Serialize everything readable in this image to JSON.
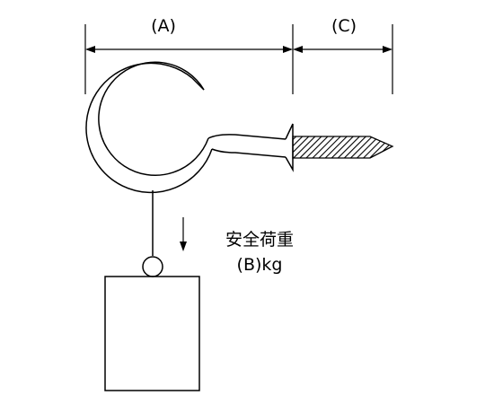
{
  "dimensions": {
    "a_label": "(A)",
    "c_label": "(C)"
  },
  "load": {
    "label_line1": "安全荷重",
    "label_line2": "(B)kg"
  },
  "colors": {
    "line": "#000000",
    "background": "#ffffff"
  }
}
